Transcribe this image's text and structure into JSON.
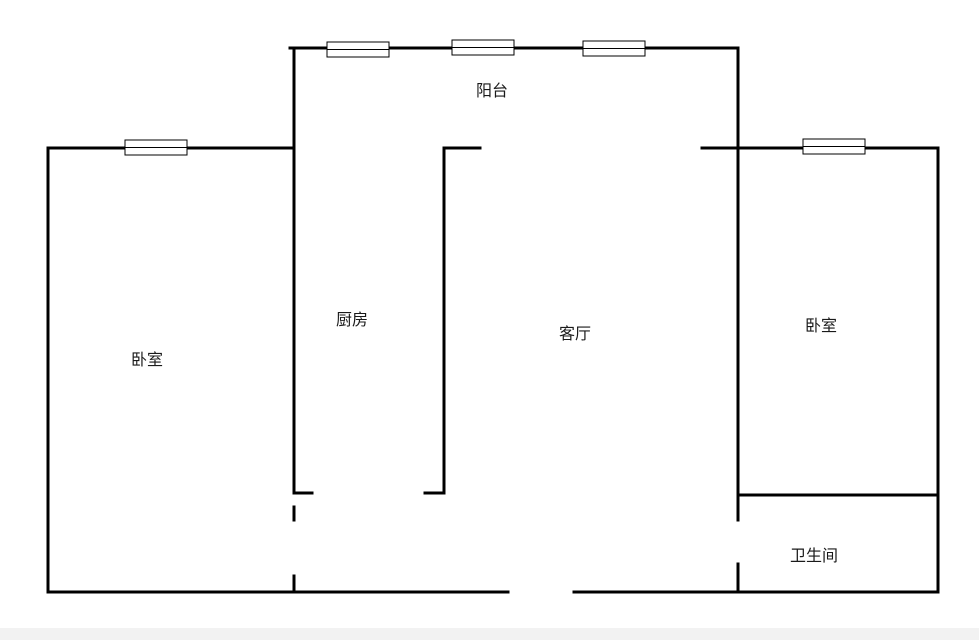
{
  "floor_plan": {
    "rooms": [
      {
        "id": "bedroom-left",
        "label": "卧室"
      },
      {
        "id": "kitchen",
        "label": "厨房"
      },
      {
        "id": "balcony",
        "label": "阳台"
      },
      {
        "id": "living-room",
        "label": "客厅"
      },
      {
        "id": "bedroom-right",
        "label": "卧室"
      },
      {
        "id": "bathroom",
        "label": "卫生间"
      }
    ]
  }
}
